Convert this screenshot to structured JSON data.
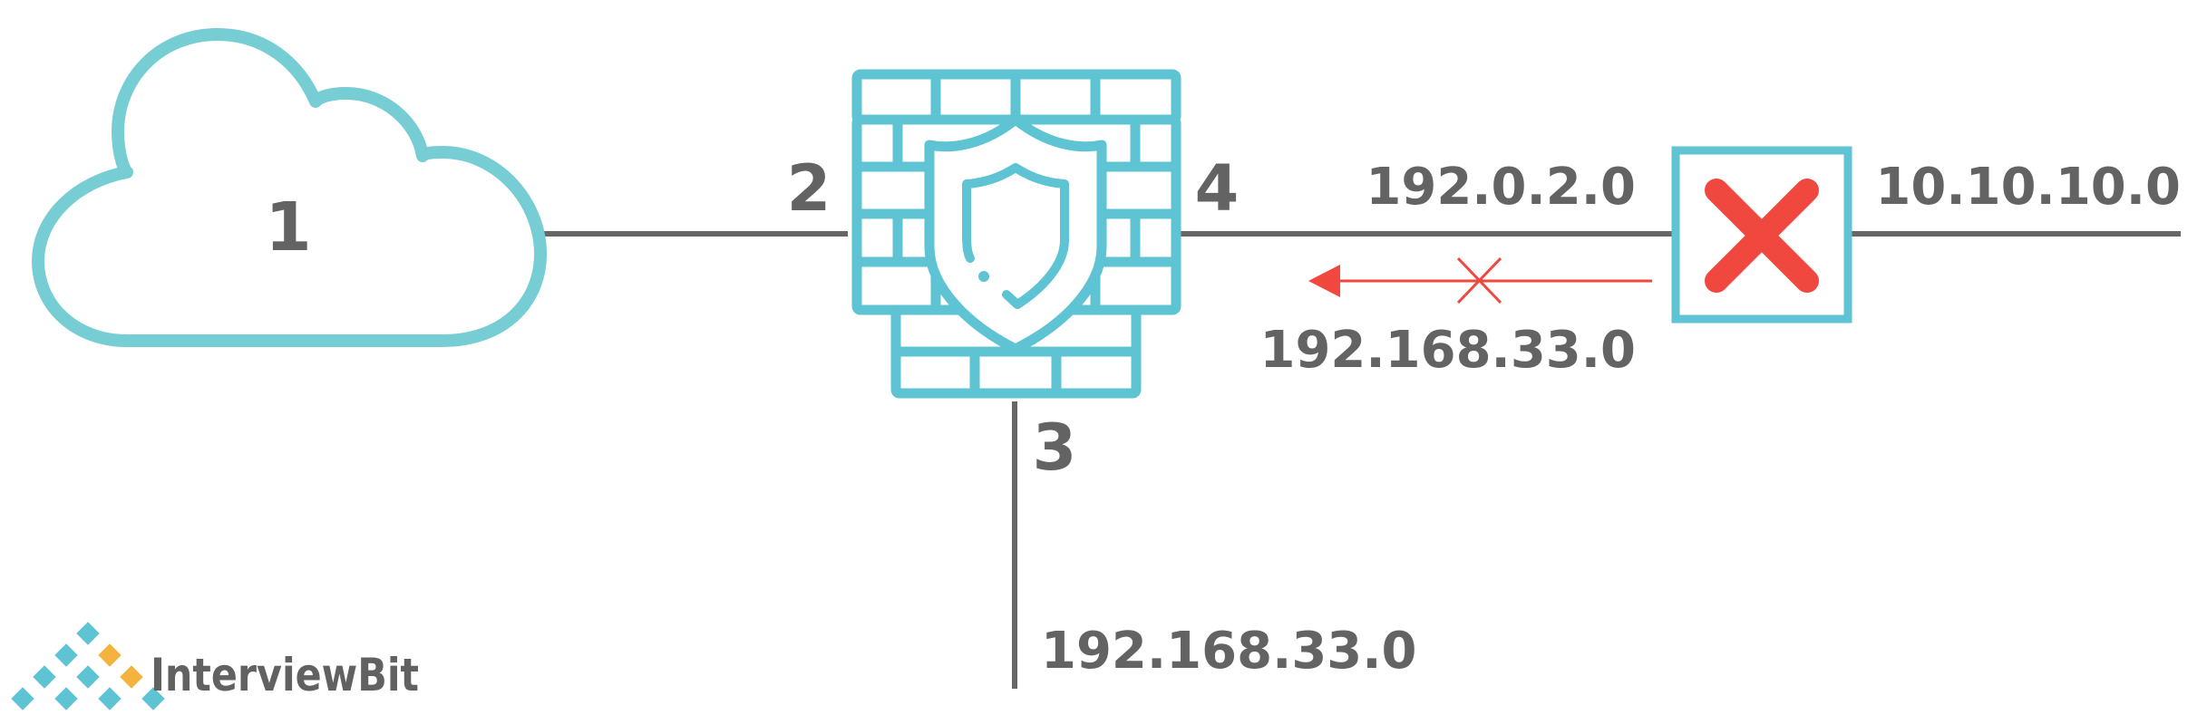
{
  "diagram": {
    "cloud_label": "1",
    "firewall_port_left": "2",
    "firewall_port_bottom": "3",
    "firewall_port_right": "4",
    "subnet_right_top": "192.0.2.0",
    "subnet_blocked": "192.168.33.0",
    "subnet_far_right": "10.10.10.0",
    "subnet_bottom": "192.168.33.0"
  },
  "brand": {
    "logo_text": "InterviewBit"
  },
  "colors": {
    "accent": "#5ec3d2",
    "cloud": "#77cdd4",
    "line": "#666666",
    "blocked": "#f0483e",
    "text": "#636363"
  }
}
